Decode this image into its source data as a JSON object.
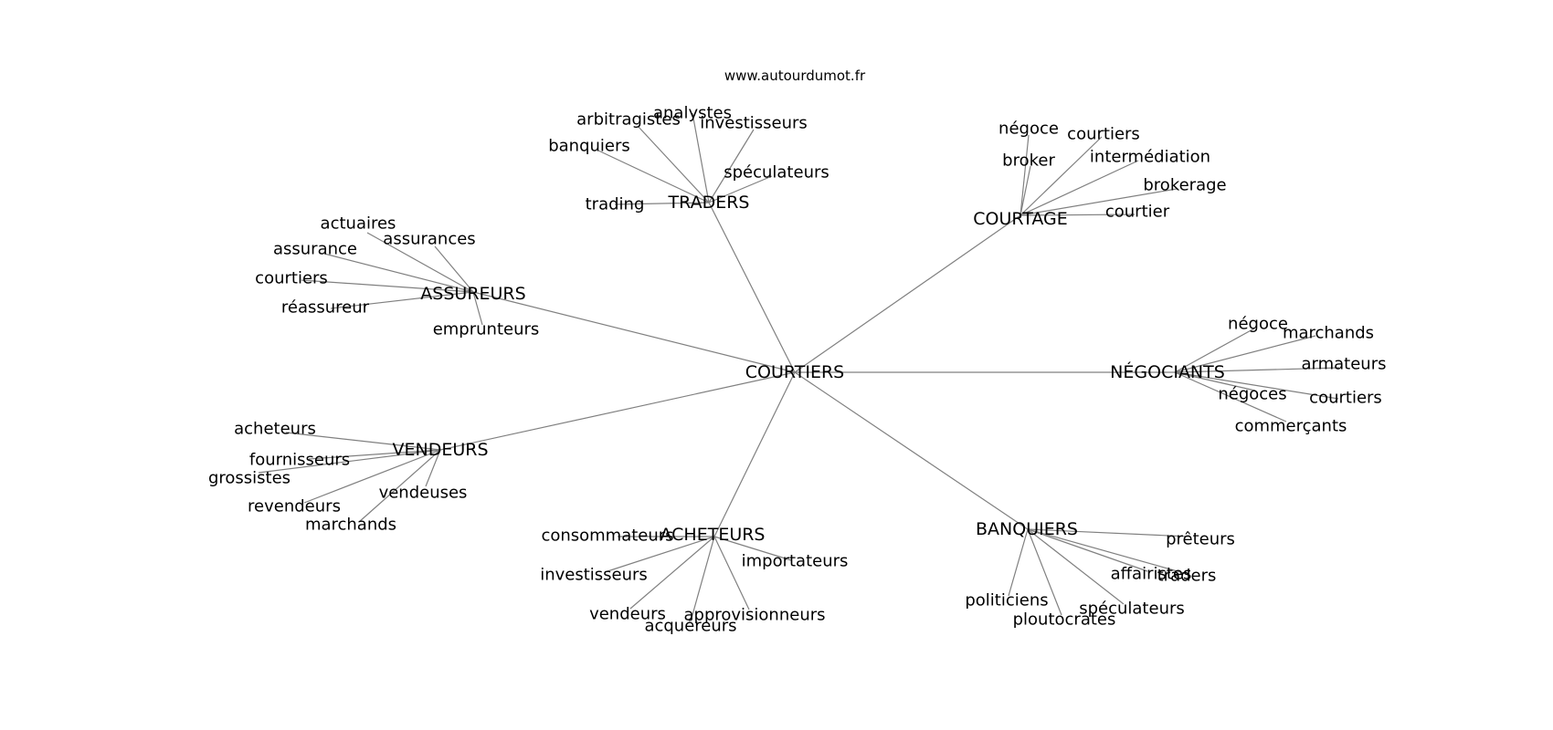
{
  "watermark": "www.autourdumot.fr",
  "root": "COURTIERS",
  "clusters": [
    {
      "id": "traders",
      "label": "TRADERS",
      "words": [
        "analystes",
        "arbitragistes",
        "investisseurs",
        "banquiers",
        "spéculateurs",
        "trading"
      ]
    },
    {
      "id": "courtage",
      "label": "COURTAGE",
      "words": [
        "négoce",
        "courtiers",
        "broker",
        "intermédiation",
        "brokerage",
        "courtier"
      ]
    },
    {
      "id": "assureurs",
      "label": "ASSUREURS",
      "words": [
        "actuaires",
        "assurances",
        "assurance",
        "courtiers",
        "réassureur",
        "emprunteurs"
      ]
    },
    {
      "id": "negociants",
      "label": "NÉGOCIANTS",
      "words": [
        "négoce",
        "marchands",
        "armateurs",
        "négoces",
        "courtiers",
        "commerçants"
      ]
    },
    {
      "id": "vendeurs",
      "label": "VENDEURS",
      "words": [
        "acheteurs",
        "fournisseurs",
        "grossistes",
        "vendeuses",
        "revendeurs",
        "marchands"
      ]
    },
    {
      "id": "acheteurs",
      "label": "ACHETEURS",
      "words": [
        "consommateurs",
        "importateurs",
        "investisseurs",
        "vendeurs",
        "approvisionneurs",
        "acquéreurs"
      ]
    },
    {
      "id": "banquiers",
      "label": "BANQUIERS",
      "words": [
        "prêteurs",
        "affairistes",
        "traders",
        "politiciens",
        "spéculateurs",
        "ploutocrates"
      ]
    }
  ]
}
